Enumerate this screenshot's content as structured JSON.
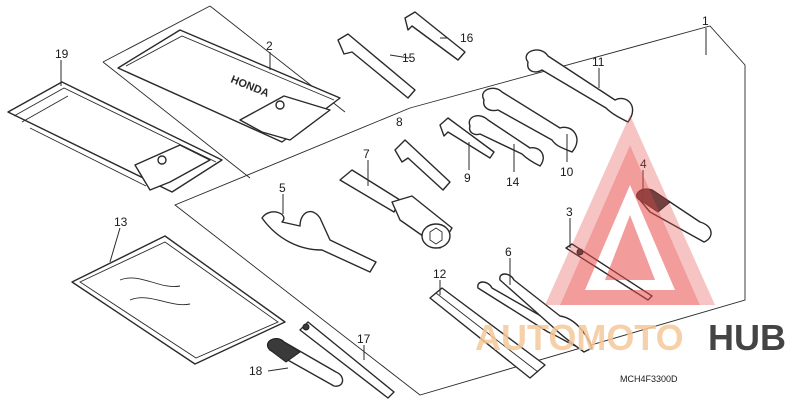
{
  "callouts": {
    "c1": "1",
    "c2": "2",
    "c3": "3",
    "c4": "4",
    "c5": "5",
    "c6": "6",
    "c7": "7",
    "c8": "8",
    "c9": "9",
    "c10": "10",
    "c11": "11",
    "c12": "12",
    "c13": "13",
    "c14": "14",
    "c15": "15",
    "c16": "16",
    "c17": "17",
    "c18": "18",
    "c19": "19"
  },
  "bag_brand": "HONDA",
  "diagram_code": "MCH4F3300D",
  "watermark": {
    "part1": "AUTOMOTO",
    "part2": "HUB",
    "color1": "#f5c89a",
    "color2": "#444444",
    "triangle_color": "#e84c4c"
  }
}
